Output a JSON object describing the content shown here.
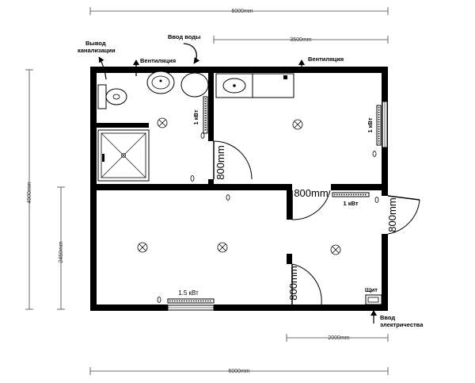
{
  "dimensions": {
    "top_total": "6000mm",
    "top_partial": "3500mm",
    "bottom_partial": "2000mm",
    "bottom_total": "6000mm",
    "left_total": "4900mm",
    "left_partial": "2450mm"
  },
  "labels": {
    "sewer_outlet_line1": "Вывод",
    "sewer_outlet_line2": "канализации",
    "water_inlet": "Ввод воды",
    "ventilation_left": "Вентиляция",
    "ventilation_right": "Вентиляция",
    "heater_bath": "1 кВт",
    "heater_right": "1 кВт",
    "heater_hall": "1 кВт",
    "heater_big_room": "1.5 кВт",
    "panel": "Щит",
    "power_inlet_line1": "Ввод",
    "power_inlet_line2": "электричества"
  },
  "doors": {
    "bath_door": "800mm",
    "middle_door": "800mm",
    "entrance_door": "800mm",
    "big_room_door": "800mm"
  }
}
